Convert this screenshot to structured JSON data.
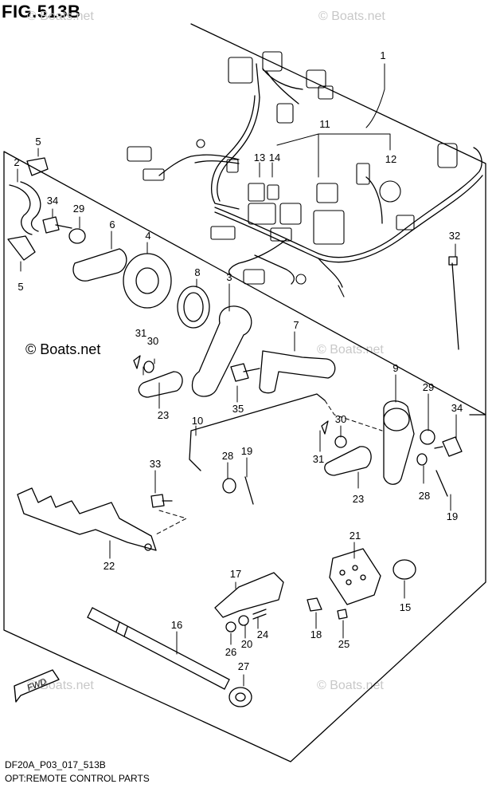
{
  "figure_title": "FIG.513B",
  "footer": {
    "code": "DF20A_P03_017_513B",
    "caption": "OPT:REMOTE CONTROL PARTS"
  },
  "watermarks": {
    "faint": "© Boats.net",
    "dark": "© Boats.net"
  },
  "fwd_label": "FWD",
  "callouts": {
    "c1": "1",
    "c2": "2",
    "c3": "3",
    "c4": "4",
    "c5a": "5",
    "c5b": "5",
    "c6": "6",
    "c7": "7",
    "c8": "8",
    "c9": "9",
    "c10": "10",
    "c11": "11",
    "c12": "12",
    "c13": "13",
    "c14": "14",
    "c15": "15",
    "c16": "16",
    "c17": "17",
    "c18": "18",
    "c19a": "19",
    "c19b": "19",
    "c20": "20",
    "c21": "21",
    "c22": "22",
    "c23a": "23",
    "c23b": "23",
    "c24": "24",
    "c25": "25",
    "c26": "26",
    "c27": "27",
    "c28a": "28",
    "c28b": "28",
    "c29a": "29",
    "c29b": "29",
    "c30a": "30",
    "c30b": "30",
    "c31a": "31",
    "c31b": "31",
    "c32": "32",
    "c33": "33",
    "c34a": "34",
    "c34b": "34",
    "c35": "35"
  }
}
